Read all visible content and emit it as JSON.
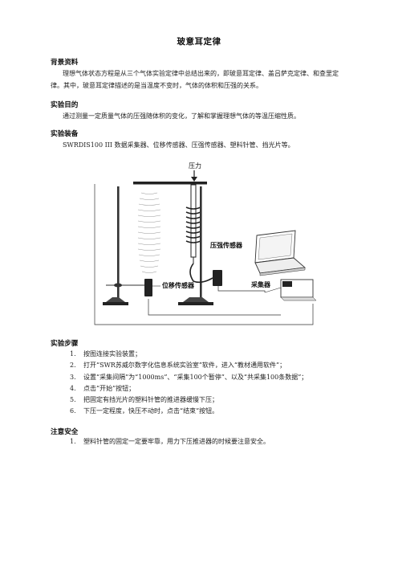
{
  "doc": {
    "title": "玻意耳定律",
    "background": {
      "heading": "背景资料",
      "text": "理想气体状态方程是从三个气体实验定律中总结出来的，即玻意耳定律、盖吕萨克定律、和查里定律。其中，玻意耳定律描述的是当温度不变时，气体的体积和压强的关系。"
    },
    "purpose": {
      "heading": "实验目的",
      "text": "通过测量一定质量气体的压强随体积的变化，了解和掌握理想气体的等温压缩性质。"
    },
    "equipment": {
      "heading": "实验装备",
      "text": "SWRDIS100 III  数据采集器、位移传感器、压强传感器、塑料针管、挡光片等。"
    },
    "figure": {
      "label_pressure": "压力",
      "label_pressure_sensor": "压强传感器",
      "label_displacement_sensor": "位移传感器",
      "label_collector": "采集器"
    },
    "steps": {
      "heading": "实验步骤",
      "items": [
        {
          "num": "1.",
          "text": "按图连接实验装置；"
        },
        {
          "num": "2.",
          "text": "打开“SWR苏威尔数字化信息系统实验室”软件，进入“教材通用软件”；"
        },
        {
          "num": "3.",
          "text": "设置“采集间隔”为“1000ms”、“采集100个暂停”、以及“共采集100条数据”；"
        },
        {
          "num": "4.",
          "text": "点击“开始”按钮；"
        },
        {
          "num": "5.",
          "text": "把固定有挡光片的塑料针管的推进器缓慢下压；"
        },
        {
          "num": "6.",
          "text": "下压一定程度，快压不动时，点击“结束”按钮。"
        }
      ]
    },
    "safety": {
      "heading": "注意安全",
      "items": [
        {
          "num": "1.",
          "text": "塑料针管的固定一定要牢靠，用力下压推进器的时候要注意安全。"
        }
      ]
    }
  }
}
